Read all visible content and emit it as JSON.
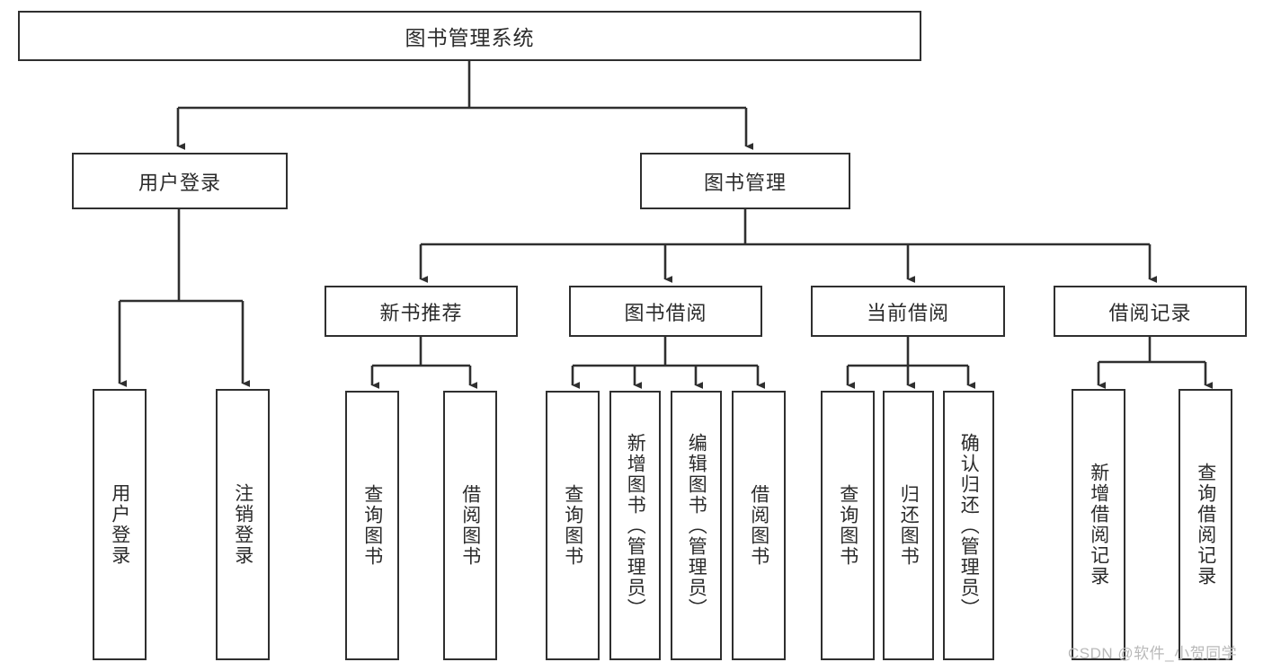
{
  "diagram": {
    "title": "图书管理系统",
    "type": "hierarchy-tree",
    "root": {
      "label": "图书管理系统"
    },
    "level1": [
      {
        "label": "用户登录"
      },
      {
        "label": "图书管理"
      }
    ],
    "level2": [
      {
        "label": "新书推荐"
      },
      {
        "label": "图书借阅"
      },
      {
        "label": "当前借阅"
      },
      {
        "label": "借阅记录"
      }
    ],
    "leaves": {
      "user_login": [
        {
          "label": "用户登录"
        },
        {
          "label": "注销登录"
        }
      ],
      "new_book_recommend": [
        {
          "label": "查询图书"
        },
        {
          "label": "借阅图书"
        }
      ],
      "book_borrow": [
        {
          "label": "查询图书"
        },
        {
          "label": "新增图书（管理员）"
        },
        {
          "label": "编辑图书（管理员）"
        },
        {
          "label": "借阅图书"
        }
      ],
      "current_borrow": [
        {
          "label": "查询图书"
        },
        {
          "label": "归还图书"
        },
        {
          "label": "确认归还（管理员）"
        }
      ],
      "borrow_record": [
        {
          "label": "新增借阅记录"
        },
        {
          "label": "查询借阅记录"
        }
      ]
    }
  },
  "watermark": {
    "text": "CSDN @软件_小贺同学"
  },
  "colors": {
    "border": "#2f2f2f",
    "text": "#2b2b2b",
    "background": "#ffffff",
    "watermark": "#b9b9b9"
  }
}
